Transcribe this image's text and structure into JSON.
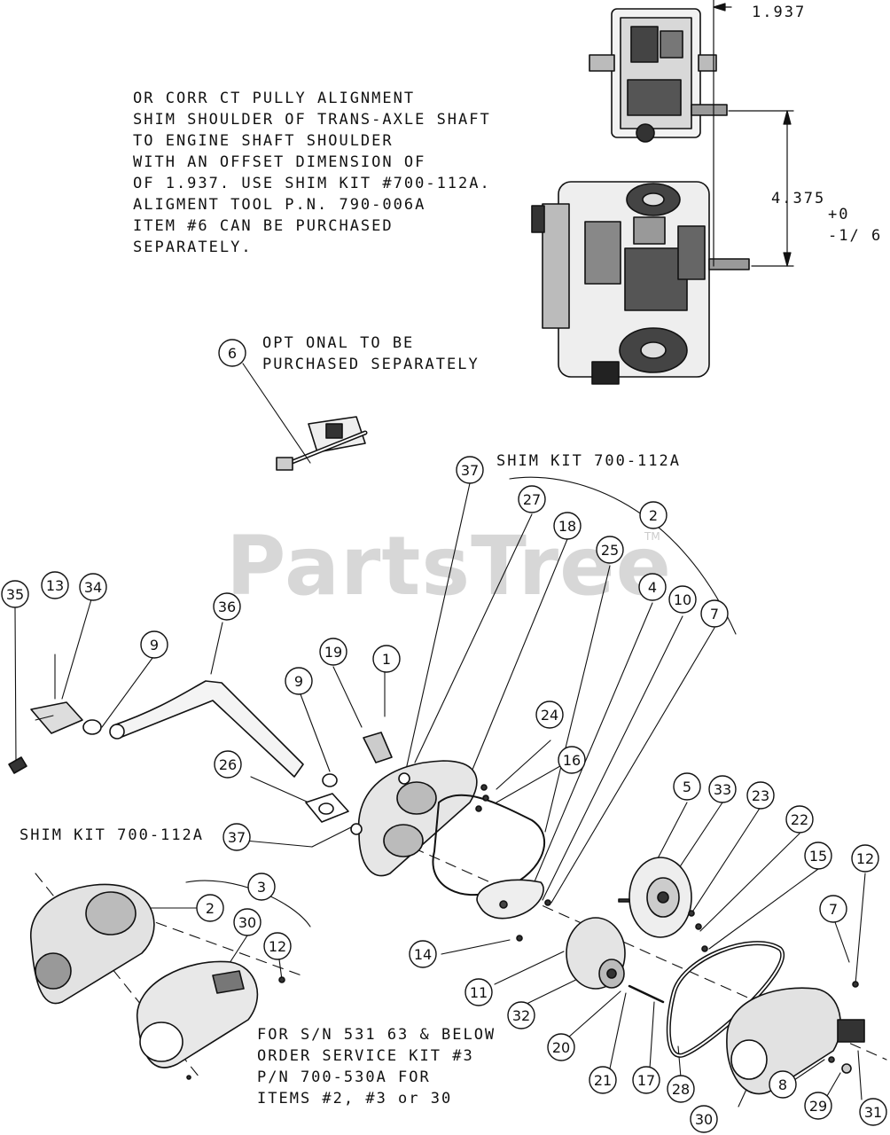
{
  "notes": {
    "alignment_note": "OR CORR CT PULLY ALIGNMENT\nSHIM SHOULDER OF TRANS-AXLE SHAFT\nTO ENGINE SHAFT SHOULDER\nWITH AN OFFSET DIMENSION OF\nOF 1.937. USE SHIM KIT #700-112A.\nALIGMENT TOOL P.N. 790-006A\nITEM #6 CAN BE PURCHASED\nSEPARATELY.",
    "optional_note": "OPT ONAL TO BE\nPURCHASED SEPARATELY",
    "shim_kit_top": "SHIM KIT 700-112A",
    "shim_kit_left": "SHIM KIT 700-112A",
    "service_note": "FOR S/N 531 63 & BELOW\nORDER SERVICE KIT #3\nP/N 700-530A FOR\nITEMS #2, #3 or 30"
  },
  "dimensions": {
    "offset": "1.937",
    "height": "4.375",
    "tol_plus": "+0",
    "tol_minus": "-1/ 6"
  },
  "watermark": "PartsTree",
  "trademark": "TM",
  "callouts": [
    {
      "id": "c35",
      "label": "35"
    },
    {
      "id": "c13",
      "label": "13"
    },
    {
      "id": "c34",
      "label": "34"
    },
    {
      "id": "c36",
      "label": "36"
    },
    {
      "id": "c9a",
      "label": "9"
    },
    {
      "id": "c9b",
      "label": "9"
    },
    {
      "id": "c19",
      "label": "19"
    },
    {
      "id": "c1",
      "label": "1"
    },
    {
      "id": "c37a",
      "label": "37"
    },
    {
      "id": "c27",
      "label": "27"
    },
    {
      "id": "c18",
      "label": "18"
    },
    {
      "id": "c25",
      "label": "25"
    },
    {
      "id": "c2a",
      "label": "2"
    },
    {
      "id": "c4",
      "label": "4"
    },
    {
      "id": "c10",
      "label": "10"
    },
    {
      "id": "c7a",
      "label": "7"
    },
    {
      "id": "c6",
      "label": "6"
    },
    {
      "id": "c24",
      "label": "24"
    },
    {
      "id": "c16",
      "label": "16"
    },
    {
      "id": "c26",
      "label": "26"
    },
    {
      "id": "c37b",
      "label": "37"
    },
    {
      "id": "c5",
      "label": "5"
    },
    {
      "id": "c33",
      "label": "33"
    },
    {
      "id": "c23",
      "label": "23"
    },
    {
      "id": "c22",
      "label": "22"
    },
    {
      "id": "c15",
      "label": "15"
    },
    {
      "id": "c12a",
      "label": "12"
    },
    {
      "id": "c3",
      "label": "3"
    },
    {
      "id": "c2b",
      "label": "2"
    },
    {
      "id": "c30a",
      "label": "30"
    },
    {
      "id": "c12b",
      "label": "12"
    },
    {
      "id": "c14",
      "label": "14"
    },
    {
      "id": "c11",
      "label": "11"
    },
    {
      "id": "c32",
      "label": "32"
    },
    {
      "id": "c20",
      "label": "20"
    },
    {
      "id": "c21",
      "label": "21"
    },
    {
      "id": "c17",
      "label": "17"
    },
    {
      "id": "c28",
      "label": "28"
    },
    {
      "id": "c7b",
      "label": "7"
    },
    {
      "id": "c30b",
      "label": "30"
    },
    {
      "id": "c8",
      "label": "8"
    },
    {
      "id": "c29",
      "label": "29"
    },
    {
      "id": "c31",
      "label": "31"
    }
  ]
}
